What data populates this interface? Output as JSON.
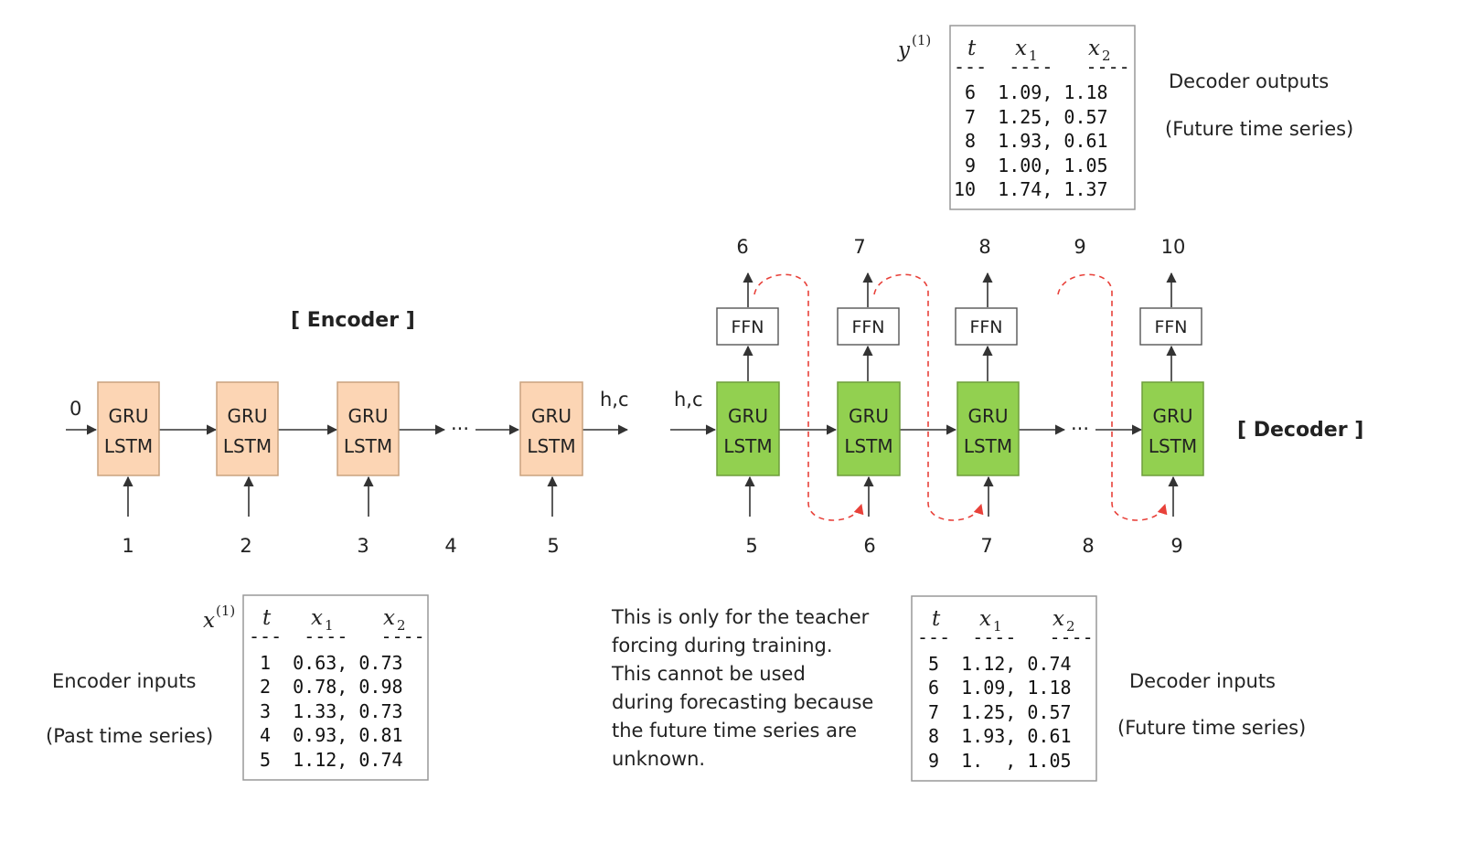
{
  "encoder": {
    "title": "[ Encoder ]",
    "cells": [
      {
        "gru": "GRU",
        "lstm": "LSTM"
      },
      {
        "gru": "GRU",
        "lstm": "LSTM"
      },
      {
        "gru": "GRU",
        "lstm": "LSTM"
      },
      {
        "gru": "GRU",
        "lstm": "LSTM"
      }
    ],
    "initial_state": "0",
    "output_state": "h,c",
    "ellipsis": "···",
    "inputs": [
      "1",
      "2",
      "3",
      "4",
      "5"
    ]
  },
  "decoder": {
    "title": "[ Decoder ]",
    "input_state": "h,c",
    "cells": [
      {
        "gru": "GRU",
        "lstm": "LSTM"
      },
      {
        "gru": "GRU",
        "lstm": "LSTM"
      },
      {
        "gru": "GRU",
        "lstm": "LSTM"
      },
      {
        "gru": "GRU",
        "lstm": "LSTM"
      }
    ],
    "ffn": [
      "FFN",
      "FFN",
      "FFN",
      "FFN"
    ],
    "ellipsis": "···",
    "outputs": [
      "6",
      "7",
      "8",
      "9",
      "10"
    ],
    "inputs": [
      "5",
      "6",
      "7",
      "8",
      "9"
    ]
  },
  "encoder_table": {
    "symbol": "x",
    "superscript": "(1)",
    "headers": {
      "t": "t",
      "x1": "x",
      "x1_sub": "1",
      "x2": "x",
      "x2_sub": "2"
    },
    "dashes": "---  ----   ----",
    "rows": [
      "1  0.63, 0.73",
      "2  0.78, 0.98",
      "3  1.33, 0.73",
      "4  0.93, 0.81",
      "5  1.12, 0.74"
    ],
    "caption": "Encoder inputs",
    "subcaption": "(Past time series)"
  },
  "output_table": {
    "symbol": "y",
    "superscript": "(1)",
    "headers": {
      "t": "t",
      "x1": "x",
      "x1_sub": "1",
      "x2": "x",
      "x2_sub": "2"
    },
    "dashes": "---  ----   ----",
    "rows": [
      " 6  1.09, 1.18",
      " 7  1.25, 0.57",
      " 8  1.93, 0.61",
      " 9  1.00, 1.05",
      "10  1.74, 1.37"
    ],
    "caption": "Decoder outputs",
    "subcaption": "(Future time series)"
  },
  "decoder_table": {
    "headers": {
      "t": "t",
      "x1": "x",
      "x1_sub": "1",
      "x2": "x",
      "x2_sub": "2"
    },
    "dashes": "---  ----   ----",
    "rows": [
      "5  1.12, 0.74",
      "6  1.09, 1.18",
      "7  1.25, 0.57",
      "8  1.93, 0.61",
      "9  1.  , 1.05"
    ],
    "caption": "Decoder inputs",
    "subcaption": "(Future time series)"
  },
  "note": {
    "lines": [
      "This is only for the teacher",
      "forcing during training.",
      "This cannot be used",
      "during forecasting because",
      "the future time series are",
      "unknown."
    ]
  },
  "colors": {
    "encoder_cell_fill": "#FCD5B4",
    "encoder_cell_stroke": "#C9A27E",
    "decoder_cell_fill": "#92D050",
    "decoder_cell_stroke": "#6E9E3C",
    "teacher_forcing_arrow": "#E8413A",
    "line": "#333333"
  }
}
